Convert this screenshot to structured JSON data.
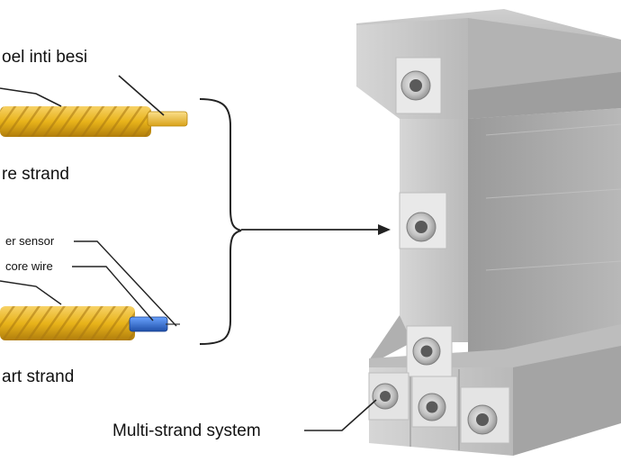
{
  "labels": {
    "core_label": "oel inti besi",
    "core_strand": "re strand",
    "fiber_sensor": "er sensor",
    "core_wire": "core wire",
    "smart_strand": "art strand",
    "multi_strand": "Multi-strand system"
  },
  "colors": {
    "strand_gold": "#e8b31a",
    "strand_shadow": "#b07d0c",
    "core_gold": "#f2c94c",
    "sensor_blue": "#2f6fd6",
    "beam_light": "#c9c9c9",
    "beam_mid": "#a9a9a9",
    "beam_dark": "#8a8a8a",
    "anchor_plate": "#e6e6e6",
    "line": "#222222"
  },
  "icons": {
    "arrow": "arrow-right-icon",
    "bracket": "curly-bracket"
  }
}
